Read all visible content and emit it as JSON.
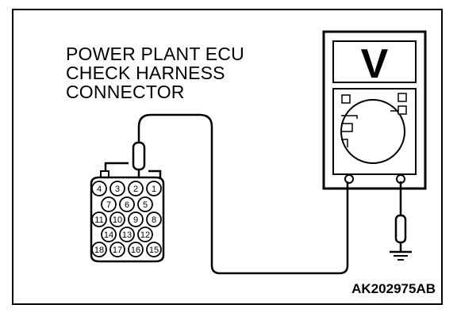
{
  "connector_label": [
    "POWER PLANT ECU",
    "CHECK HARNESS",
    "CONNECTOR"
  ],
  "figure_ref": "AK202975AB",
  "connector_pins": {
    "row1": [
      "4",
      "3",
      "2",
      "1"
    ],
    "row2": [
      "7",
      "6",
      "5"
    ],
    "row3": [
      "11",
      "10",
      "9",
      "8"
    ],
    "row4": [
      "14",
      "13",
      "12"
    ],
    "row5": [
      "18",
      "17",
      "16",
      "15"
    ]
  },
  "meter_symbol": "V"
}
